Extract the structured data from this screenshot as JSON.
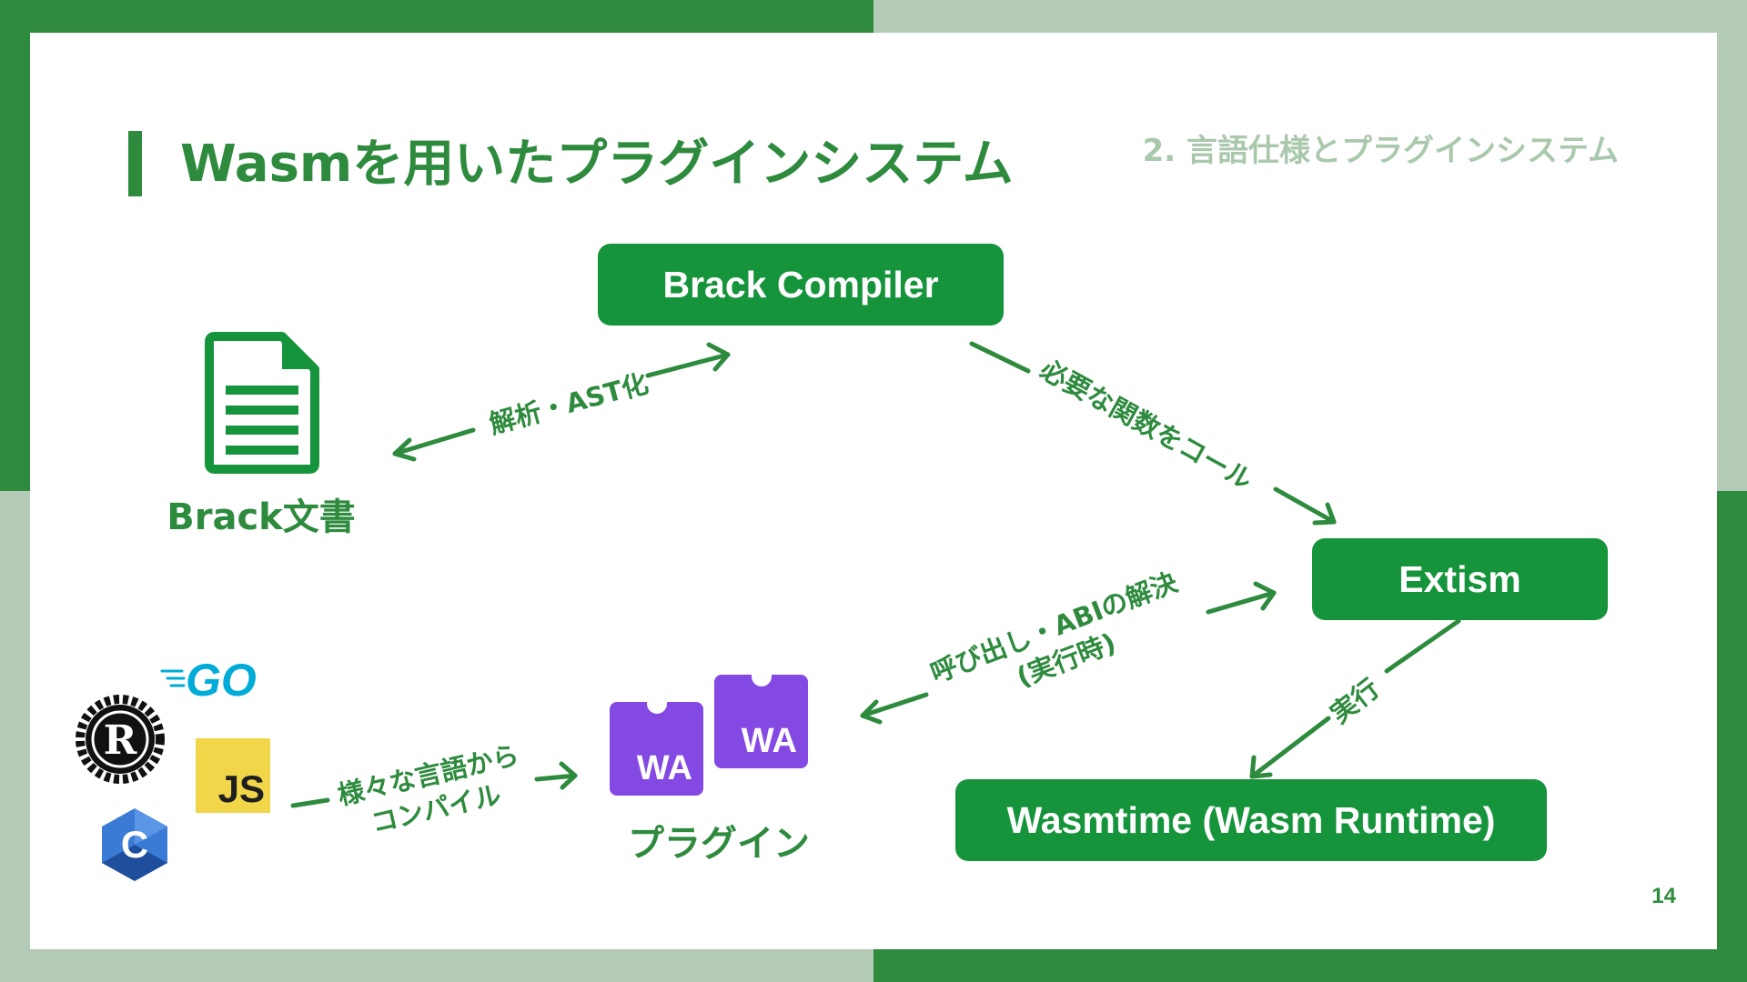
{
  "slide": {
    "title": "Wasmを用いたプラグインシステム",
    "section": "2. 言語仕様とプラグインシステム",
    "page_number": "14"
  },
  "nodes": {
    "compiler": "Brack Compiler",
    "extism": "Extism",
    "wasmtime": "Wasmtime (Wasm Runtime)",
    "document": "Brack文書",
    "plugins": "プラグイン"
  },
  "edges": {
    "parse": "解析・AST化",
    "call": "必要な関数をコール",
    "invoke_line1": "呼び出し・ABIの解決",
    "invoke_line2": "(実行時)",
    "run": "実行",
    "compile_line1": "様々な言語から",
    "compile_line2": "コンパイル"
  },
  "icons": {
    "document": "document-icon",
    "webassembly": "webassembly-logo",
    "go": "go-logo",
    "rust": "rust-logo",
    "javascript": "javascript-logo",
    "c": "c-logo"
  },
  "logo_text": {
    "wa": "WA",
    "go": "GO",
    "js": "JS",
    "rust": "R",
    "c": "C"
  },
  "colors": {
    "primary_green": "#2e8b3e",
    "node_green": "#16943c",
    "light_green": "#b3cbb6",
    "section_text": "#a9c8ac",
    "wasm_purple": "#8549e3",
    "js_yellow": "#f0d648",
    "go_blue": "#00acd7"
  }
}
